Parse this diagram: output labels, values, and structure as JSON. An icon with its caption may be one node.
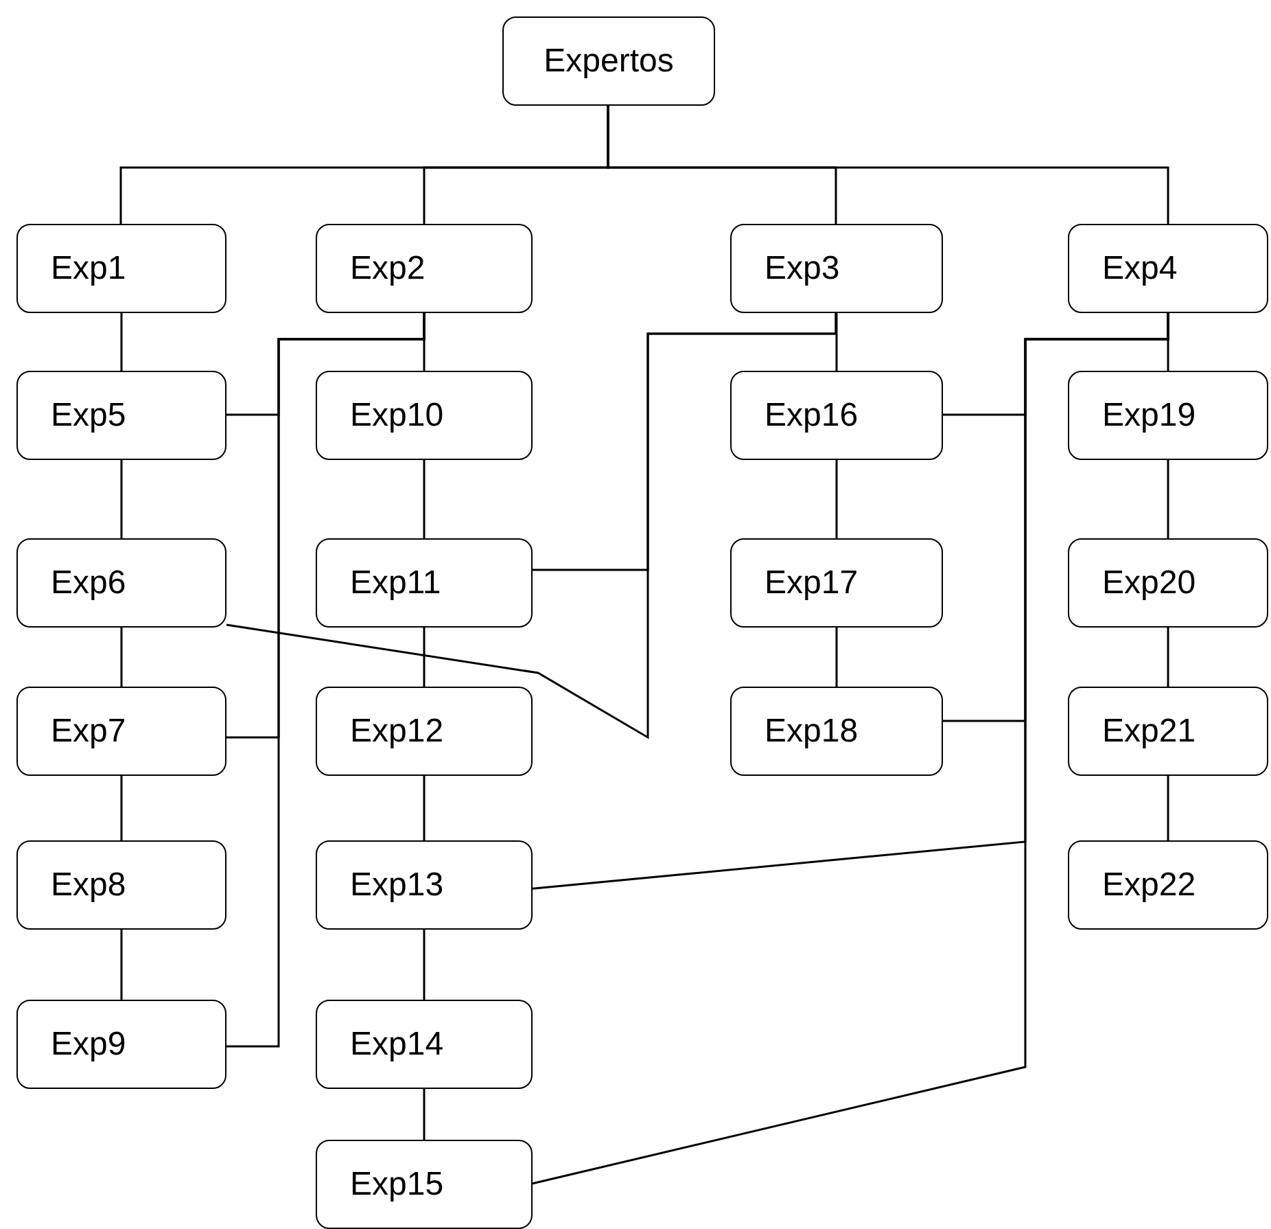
{
  "diagram": {
    "nodes": [
      {
        "text": [
          "Expertos"
        ]
      },
      {
        "text": [
          "Exp1"
        ]
      },
      {
        "text": [
          "Exp2"
        ]
      },
      {
        "text": [
          "Exp3"
        ]
      },
      {
        "text": [
          "Exp4"
        ]
      },
      {
        "text": [
          "Exp5"
        ]
      },
      {
        "text": [
          "Exp6"
        ]
      },
      {
        "text": [
          "Exp7"
        ]
      },
      {
        "text": [
          "Exp8"
        ]
      },
      {
        "text": [
          "Exp9"
        ]
      },
      {
        "text": [
          "Exp10"
        ]
      },
      {
        "text": [
          "Exp11"
        ]
      },
      {
        "text": [
          "Exp12"
        ]
      },
      {
        "text": [
          "Exp13"
        ]
      },
      {
        "text": [
          "Exp14"
        ]
      },
      {
        "text": [
          "Exp15"
        ]
      },
      {
        "text": [
          "Exp16"
        ]
      },
      {
        "text": [
          "Exp17"
        ]
      },
      {
        "text": [
          "Exp18"
        ]
      },
      {
        "text": [
          "Exp19"
        ]
      },
      {
        "text": [
          "Exp20"
        ]
      },
      {
        "text": [
          "Exp21"
        ]
      },
      {
        "text": [
          "Exp22"
        ]
      }
    ],
    "edges": [
      {
        "from": 0,
        "to": 1,
        "arrow": "none"
      },
      {
        "from": 0,
        "to": 2,
        "arrow": "none"
      },
      {
        "from": 0,
        "to": 3,
        "arrow": "none"
      },
      {
        "from": 0,
        "to": 4,
        "arrow": "none"
      },
      {
        "from": 1,
        "to": 5,
        "arrow": "none"
      },
      {
        "from": 5,
        "to": 6,
        "arrow": "none"
      },
      {
        "from": 6,
        "to": 7,
        "arrow": "none"
      },
      {
        "from": 7,
        "to": 8,
        "arrow": "none"
      },
      {
        "from": 8,
        "to": 9,
        "arrow": "none"
      },
      {
        "from": 2,
        "to": 10,
        "arrow": "none"
      },
      {
        "from": 10,
        "to": 11,
        "arrow": "none"
      },
      {
        "from": 11,
        "to": 12,
        "arrow": "none"
      },
      {
        "from": 12,
        "to": 13,
        "arrow": "none"
      },
      {
        "from": 13,
        "to": 14,
        "arrow": "none"
      },
      {
        "from": 14,
        "to": 15,
        "arrow": "none"
      },
      {
        "from": 3,
        "to": 16,
        "arrow": "none"
      },
      {
        "from": 16,
        "to": 17,
        "arrow": "none"
      },
      {
        "from": 17,
        "to": 18,
        "arrow": "none"
      },
      {
        "from": 4,
        "to": 19,
        "arrow": "none"
      },
      {
        "from": 19,
        "to": 20,
        "arrow": "none"
      },
      {
        "from": 20,
        "to": 21,
        "arrow": "none"
      },
      {
        "from": 21,
        "to": 22,
        "arrow": "none"
      },
      {
        "from": 2,
        "to": 5,
        "arrow": "none"
      },
      {
        "from": 2,
        "to": 7,
        "arrow": "none"
      },
      {
        "from": 2,
        "to": 9,
        "arrow": "none"
      },
      {
        "from": 3,
        "to": 11,
        "arrow": "none"
      },
      {
        "from": 3,
        "to": 6,
        "arrow": "none"
      },
      {
        "from": 4,
        "to": 16,
        "arrow": "none"
      },
      {
        "from": 4,
        "to": 18,
        "arrow": "none"
      },
      {
        "from": 4,
        "to": 13,
        "arrow": "none"
      },
      {
        "from": 4,
        "to": 15,
        "arrow": "none"
      }
    ]
  }
}
